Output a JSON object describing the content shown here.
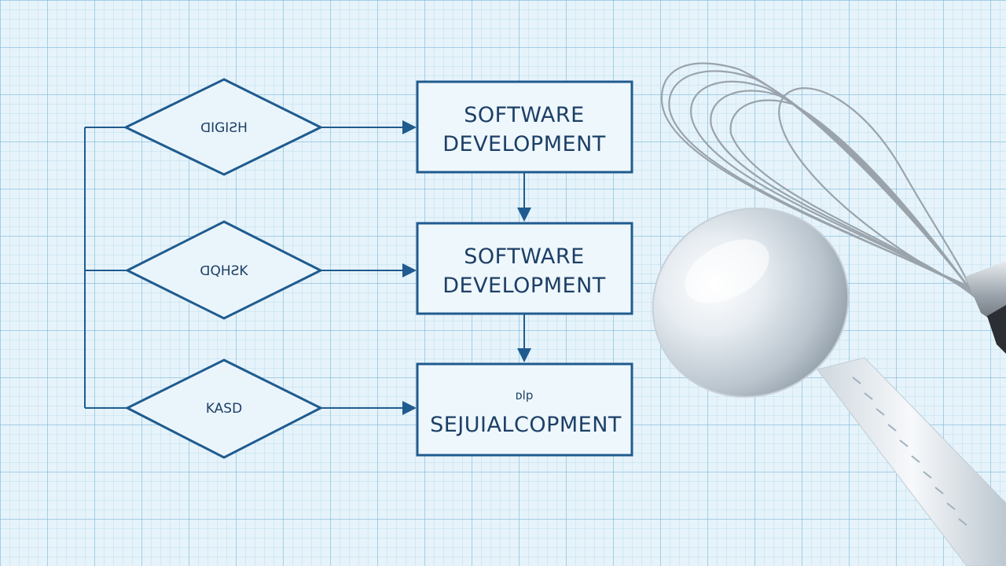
{
  "diagram": {
    "decisions": [
      {
        "label": "ᗡIGIƧH"
      },
      {
        "label": "ᗡQHƧK"
      },
      {
        "label": "KASD"
      }
    ],
    "processes": [
      {
        "line1": "SOFTWARE",
        "line2": "DEVELOPMENT"
      },
      {
        "line1": "SOFTWARE",
        "line2": "DEVELOPMENT"
      },
      {
        "line1": "ᴅlp",
        "line2": "SEJUIALCOPMENT"
      }
    ]
  },
  "photo_elements": {
    "whisk_icon": "whisk-icon",
    "spoon_icon": "measuring-spoon-icon"
  },
  "colors": {
    "paper": "#e6f3fa",
    "grid": "#8cc3e1",
    "ink": "#1f5b8f",
    "text": "#1d3f66"
  }
}
